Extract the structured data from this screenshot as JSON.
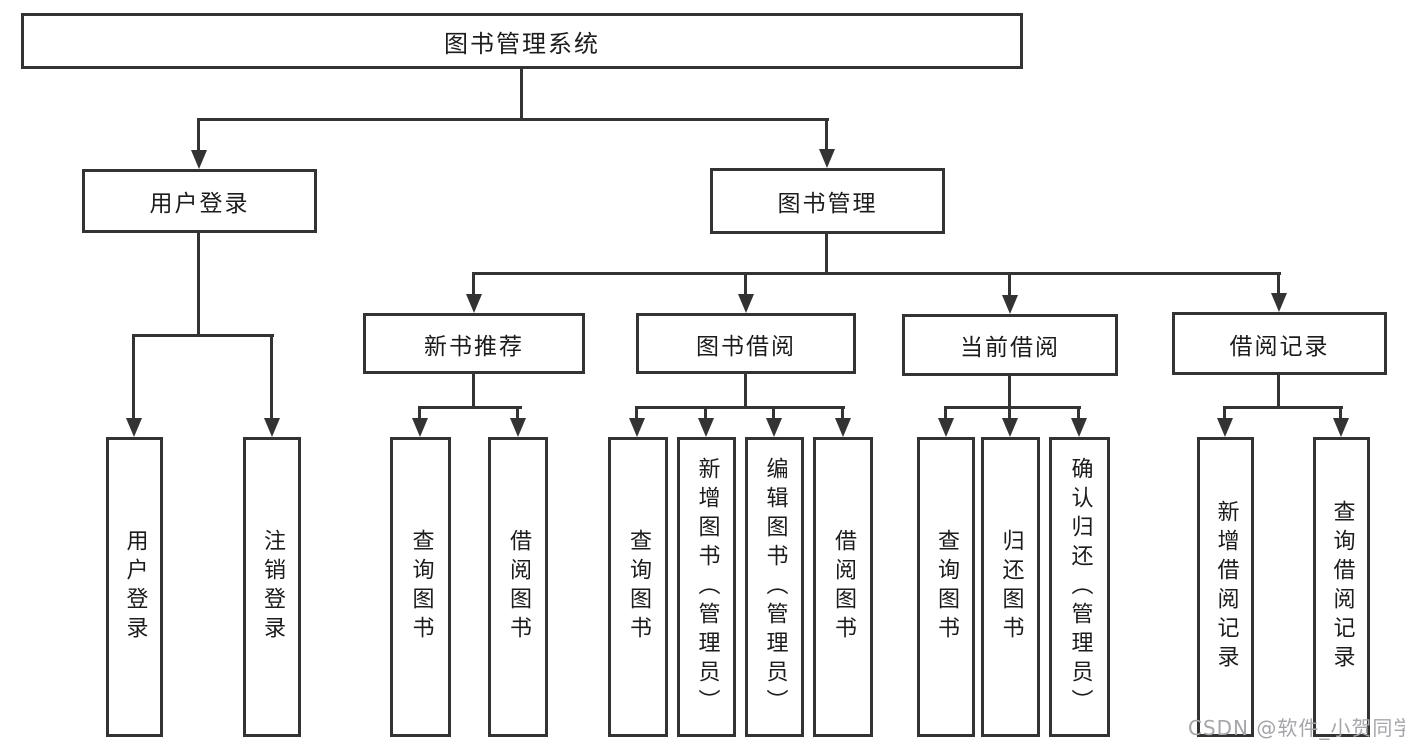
{
  "tree": {
    "label": "图书管理系统",
    "children": [
      {
        "label": "用户登录",
        "children": [
          {
            "label": "用户登录"
          },
          {
            "label": "注销登录"
          }
        ]
      },
      {
        "label": "图书管理",
        "children": [
          {
            "label": "新书推荐",
            "children": [
              {
                "label": "查询图书"
              },
              {
                "label": "借阅图书"
              }
            ]
          },
          {
            "label": "图书借阅",
            "children": [
              {
                "label": "查询图书"
              },
              {
                "label": "新增图书（管理员）"
              },
              {
                "label": "编辑图书（管理员）"
              },
              {
                "label": "借阅图书"
              }
            ]
          },
          {
            "label": "当前借阅",
            "children": [
              {
                "label": "查询图书"
              },
              {
                "label": "归还图书"
              },
              {
                "label": "确认归还（管理员）"
              }
            ]
          },
          {
            "label": "借阅记录",
            "children": [
              {
                "label": "新增借阅记录"
              },
              {
                "label": "查询借阅记录"
              }
            ]
          }
        ]
      }
    ]
  },
  "watermark": {
    "text": "CSDN @软件_小贺同学"
  },
  "colors": {
    "line": "#333333",
    "text": "#1c1c1c",
    "background": "#ffffff",
    "watermark": "#a5a5aa"
  }
}
